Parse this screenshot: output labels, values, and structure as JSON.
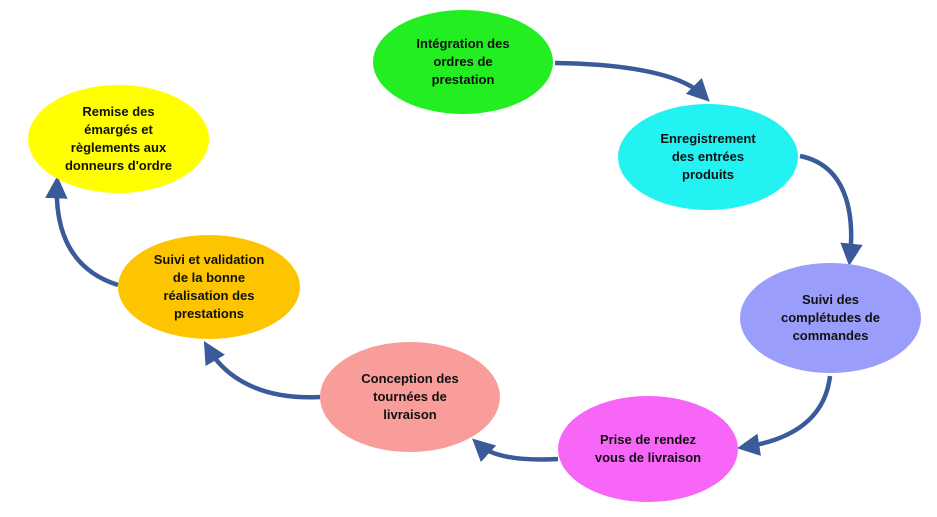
{
  "diagram": {
    "arrow_color": "#3a5a9a",
    "nodes": [
      {
        "label": "Intégration des\nordres de\nprestation",
        "color": "#22ee22"
      },
      {
        "label": "Enregistrement\ndes entrées\nproduits",
        "color": "#22f2f2"
      },
      {
        "label": "Suivi des\ncomplétudes de\ncommandes",
        "color": "#9a9dfa"
      },
      {
        "label": "Prise de rendez\nvous de livraison",
        "color": "#f866f8"
      },
      {
        "label": "Conception des\ntournées de\nlivraison",
        "color": "#f89d9a"
      },
      {
        "label": "Suivi et validation\nde la bonne\nréalisation des\nprestations",
        "color": "#fcc500"
      },
      {
        "label": "Remise des\némargés et\nrèglements aux\ndonneurs d'ordre",
        "color": "#ffff00"
      }
    ]
  }
}
